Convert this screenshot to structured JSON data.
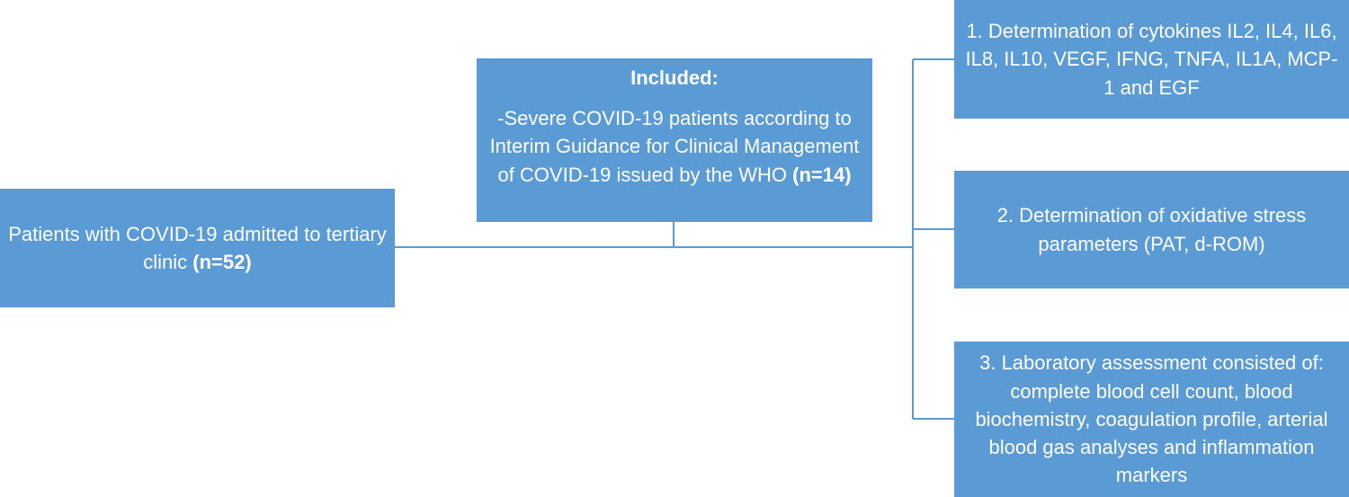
{
  "diagram": {
    "colors": {
      "box_fill": "#5b9bd5",
      "box_text": "#ffffff",
      "connector": "#5b9bd5"
    },
    "patients": {
      "text": "Patients with COVID-19 admitted to tertiary clinic ",
      "count": "(n=52)"
    },
    "included": {
      "heading": "Included:",
      "text": "-Severe COVID-19 patients according to Interim Guidance for Clinical Management of COVID-19 issued by the WHO ",
      "count": "(n=14)"
    },
    "outcomes": [
      {
        "text": "1. Determination of cytokines IL2, IL4, IL6, IL8, IL10, VEGF, IFNG, TNFA, IL1A, MCP-1 and EGF"
      },
      {
        "text": "2. Determination of oxidative stress parameters (PAT, d-ROM)"
      },
      {
        "text": "3. Laboratory assessment consisted of: complete blood cell count, blood biochemistry, coagulation profile, arterial blood gas analyses and inflammation markers"
      }
    ]
  }
}
